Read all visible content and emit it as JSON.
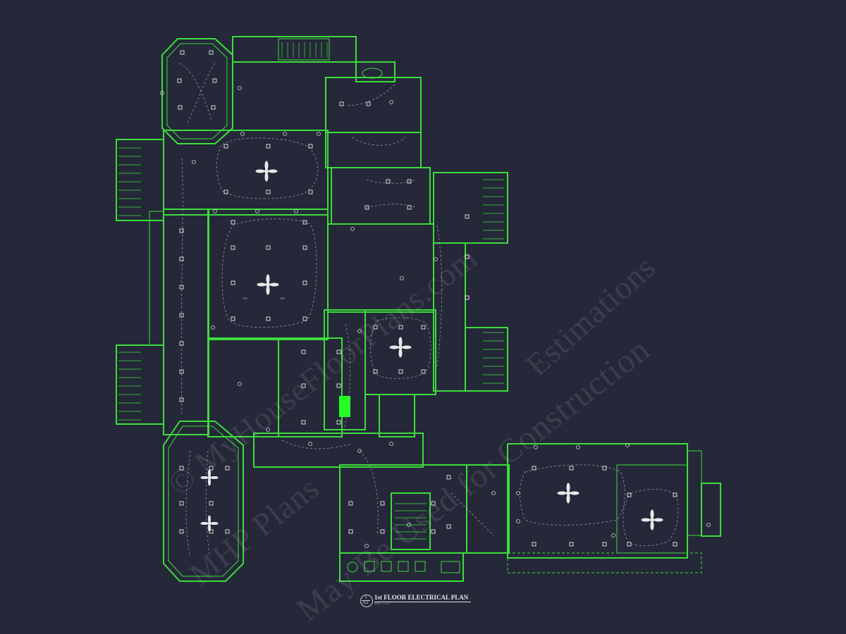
{
  "drawing": {
    "title": "1st FLOOR ELECTRICAL PLAN",
    "scale": "3/16\" = 1'-0\"",
    "detail_number": "1",
    "sheet_number": "E2",
    "room_labels": [
      "FG",
      "FG"
    ]
  },
  "watermarks": [
    "© MyHouseFloorPlans.com",
    "MHP Plans",
    "May Be Used for Construction",
    "Estimations"
  ],
  "colors": {
    "background": "#252839",
    "walls": "#3cdc3c",
    "wiring": "#b8bcc8",
    "fixtures": "#d8d8d8",
    "highlight": "#22ff22"
  },
  "icons": {
    "ceiling_fan": "ceiling-fan-icon",
    "recessed_light": "recessed-light-icon",
    "outlet": "outlet-icon",
    "switch": "switch-icon"
  }
}
